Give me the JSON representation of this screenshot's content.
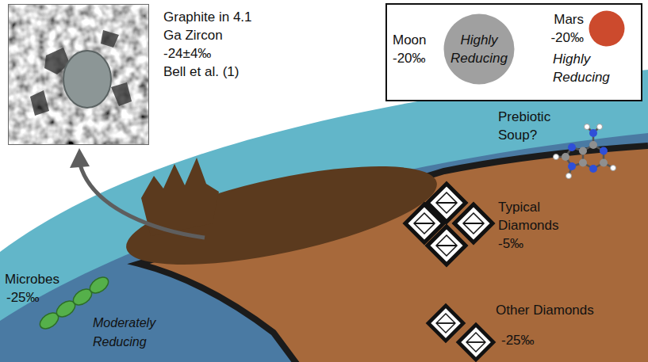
{
  "diagram": {
    "nodes": [
      {
        "text": [
          "Graphite in 4.1 Ga Zircon",
          "-24±4‰",
          "Bell et al. (1)"
        ]
      },
      {
        "text": [
          "Moon -20‰",
          "Highly Reducing"
        ]
      },
      {
        "text": [
          "Mars -20‰",
          "Highly Reducing"
        ]
      }
    ],
    "labels": [
      "Prebiotic Soup?",
      "Typical Diamonds",
      "-5‰",
      "Other Diamonds",
      "-25‰",
      "Microbes",
      "-25‰",
      "Moderately Reducing"
    ]
  }
}
